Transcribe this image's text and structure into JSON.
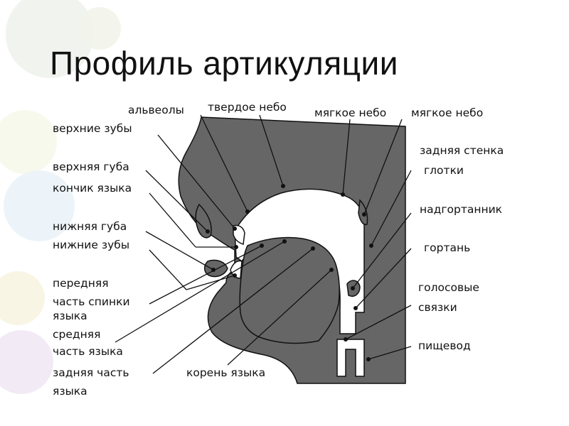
{
  "title": "Профиль артикуляции",
  "labels": {
    "alveoli": "альвеолы",
    "hard_palate": "твердое небо",
    "soft_palate_1": "мягкое небо",
    "soft_palate_2": "мягкое небо",
    "upper_teeth": "верхние зубы",
    "upper_lip": "верхняя губа",
    "tongue_tip": "кончик языка",
    "lower_lip": "нижняя губа",
    "lower_teeth": "нижние зубы",
    "front_back_1": "передняя",
    "front_back_2": "часть спинки",
    "front_back_3": "языка",
    "middle_1": "средняя",
    "middle_2": "часть языка",
    "back_1": "задняя часть",
    "back_2": "языка",
    "tongue_root": "корень языка",
    "pharynx_wall_1": "задняя стенка",
    "pharynx_wall_2": "глотки",
    "epiglottis": "надгортанник",
    "larynx": "гортань",
    "vocal_cords_1": "голосовые",
    "vocal_cords_2": "связки",
    "esophagus": "пищевод"
  },
  "colors": {
    "tissue": "#666666",
    "cavity": "#ffffff",
    "outline": "#111111",
    "text": "#111111"
  }
}
